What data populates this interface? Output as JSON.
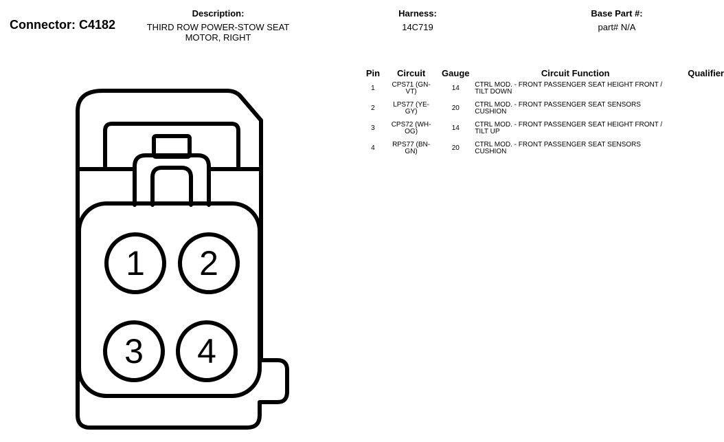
{
  "header": {
    "connector_title": "Connector: C4182",
    "description_label": "Description:",
    "description_line1": "THIRD ROW POWER-STOW SEAT",
    "description_line2": "MOTOR, RIGHT",
    "harness_label": "Harness:",
    "harness_value": "14C719",
    "base_part_label": "Base Part #:",
    "base_part_value": "part# N/A"
  },
  "table": {
    "headers": {
      "pin": "Pin",
      "circuit": "Circuit",
      "gauge": "Gauge",
      "function": "Circuit Function",
      "qualifier": "Qualifier"
    },
    "rows": [
      {
        "pin": "1",
        "circuit_l1": "CPS71 (GN-",
        "circuit_l2": "VT)",
        "gauge": "14",
        "func_l1": "CTRL MOD. - FRONT PASSENGER SEAT HEIGHT FRONT /",
        "func_l2": "TILT DOWN",
        "qualifier": ""
      },
      {
        "pin": "2",
        "circuit_l1": "LPS77 (YE-",
        "circuit_l2": "GY)",
        "gauge": "20",
        "func_l1": "CTRL MOD. - FRONT PASSENGER SEAT SENSORS",
        "func_l2": "CUSHION",
        "qualifier": ""
      },
      {
        "pin": "3",
        "circuit_l1": "CPS72 (WH-",
        "circuit_l2": "OG)",
        "gauge": "14",
        "func_l1": "CTRL MOD. - FRONT PASSENGER SEAT HEIGHT FRONT /",
        "func_l2": "TILT UP",
        "qualifier": ""
      },
      {
        "pin": "4",
        "circuit_l1": "RPS77 (BN-",
        "circuit_l2": "GN)",
        "gauge": "20",
        "func_l1": "CTRL MOD. - FRONT PASSENGER SEAT SENSORS",
        "func_l2": "CUSHION",
        "qualifier": ""
      }
    ]
  },
  "diagram": {
    "pins": [
      "1",
      "2",
      "3",
      "4"
    ]
  }
}
